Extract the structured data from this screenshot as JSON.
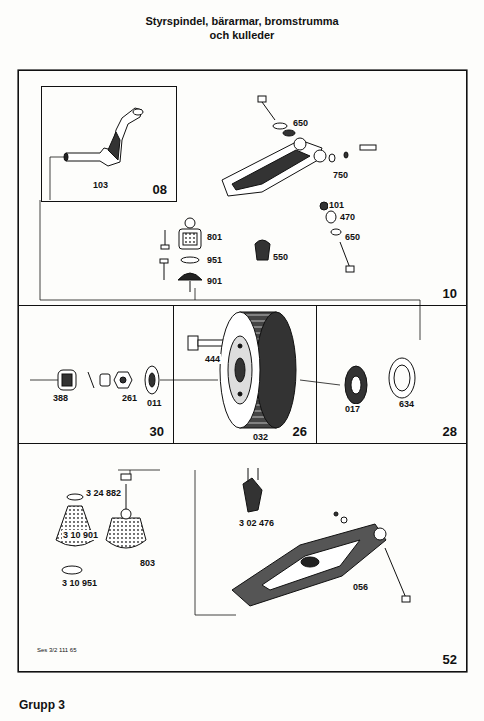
{
  "diagram": {
    "title": "Styrspindel, bärarmar, bromstrumma och kulleder",
    "nodes": [
      {
        "text": [
          "10"
        ]
      },
      {
        "text": [
          "08"
        ],
        "in": 0
      },
      {
        "text": [
          "30"
        ]
      },
      {
        "text": [
          "26"
        ]
      },
      {
        "text": [
          "28"
        ]
      },
      {
        "text": [
          "52"
        ]
      }
    ],
    "labels": [
      "103",
      "650",
      "750",
      "101",
      "470",
      "650",
      "801",
      "951",
      "901",
      "550",
      "444",
      "388",
      "261",
      "011",
      "032",
      "017",
      "634",
      "3 24 882",
      "3 10 901",
      "803",
      "3 10 951",
      "3 02 476",
      "056",
      "Ses 3/2 111 65",
      "Grupp 3"
    ]
  }
}
